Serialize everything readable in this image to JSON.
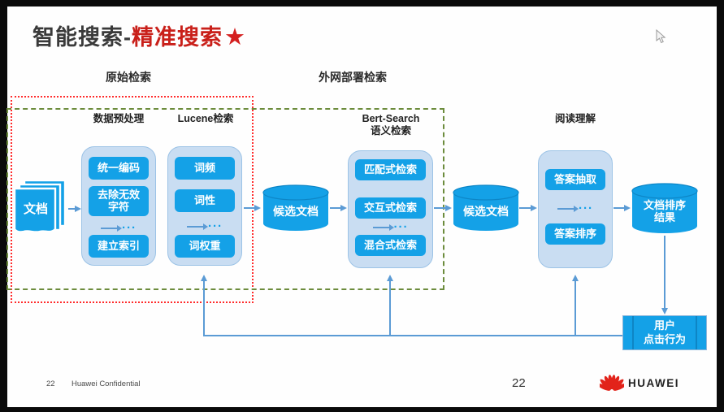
{
  "title": {
    "normal": "智能搜索-",
    "accent": "精准搜索",
    "star": "★"
  },
  "section_labels": {
    "primary": "原始检索",
    "external": "外网部署检索"
  },
  "stages": {
    "preprocess_label": "数据预处理",
    "lucene_label": "Lucene检索",
    "bert_label_line1": "Bert-Search",
    "bert_label_line2": "语义检索",
    "reading_label": "阅读理解"
  },
  "doc_stack": {
    "label": "文档"
  },
  "panels": {
    "preprocess": {
      "step1": "统一编码",
      "step2": "去除无效字符",
      "step3": "建立索引"
    },
    "lucene": {
      "step1": "词频",
      "step2": "词性",
      "step3": "词权重"
    },
    "bert": {
      "step1": "匹配式检索",
      "step2": "交互式检索",
      "step3": "混合式检索"
    },
    "reading": {
      "step1": "答案抽取",
      "step2": "答案排序"
    }
  },
  "cylinders": {
    "candidate1": "候选文档",
    "candidate2": "候选文档",
    "result": "文档排序结果"
  },
  "user_box": {
    "line1": "用户",
    "line2": "点击行为"
  },
  "misc": {
    "ellipsis": "···"
  },
  "footer": {
    "slide_number": "22",
    "confidential": "Huawei Confidential",
    "page_number": "22",
    "brand": "HUAWEI"
  },
  "colors": {
    "accent_blue": "#14a1e7",
    "panel_fill": "#c9ddf2",
    "panel_border": "#9cc3e6",
    "connector_blue": "#5b9bd5",
    "boundary_red": "#ff2b2b",
    "boundary_green": "#6c8c3c",
    "title_red": "#c9201a",
    "logo_red": "#e2231a"
  }
}
